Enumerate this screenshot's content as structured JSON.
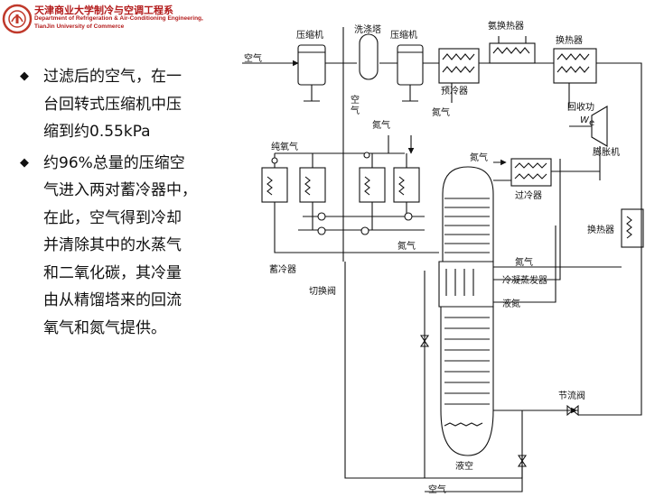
{
  "header": {
    "title_cn": "天津商业大学制冷与空调工程系",
    "title_en_1": "Department of Refrigeration & Air-Conditioning Engineering,",
    "title_en_2": "TianJin University of Commerce"
  },
  "bullets": [
    {
      "lines": [
        "过滤后的空气，在一",
        "台回转式压缩机中压",
        "缩到约0.55kPa"
      ]
    },
    {
      "lines": [
        "约96%总量的压缩空",
        "气进入两对蓄冷器中，",
        "在此，空气得到冷却",
        "并清除其中的水蒸气",
        "和二氧化碳，其冷量",
        "由从精馏塔来的回流",
        "氧气和氮气提供。"
      ]
    }
  ],
  "diagram": {
    "labels": {
      "compressor_1": "压缩机",
      "washing_tower": "洗涤塔",
      "compressor_2": "压缩机",
      "ammonia_hx": "氨换热器",
      "heat_exchanger_top": "换热器",
      "air_inlet": "空气",
      "precooler": "预冷器",
      "nitrogen_precooler": "氮气",
      "recovered_work": "回收功",
      "work_symbol": "W",
      "work_subscript": "e",
      "expander": "膨胀机",
      "air_vertical_1": "空",
      "air_vertical_2": "气",
      "pure_oxygen": "纯氧气",
      "nitrogen_top": "氮气",
      "nitrogen_subcooler": "氮气",
      "subcooler": "过冷器",
      "heat_exchanger_right": "换热器",
      "nitrogen_mid": "氮气",
      "regenerator": "蓄冷器",
      "switch_valve": "切换阀",
      "nitrogen_right": "氮气",
      "condenser_evaporator": "冷凝蒸发器",
      "liquid_nitrogen": "液氮",
      "throttle_valve": "节流阀",
      "liquid_air": "液空",
      "air_bottom": "空气"
    }
  }
}
